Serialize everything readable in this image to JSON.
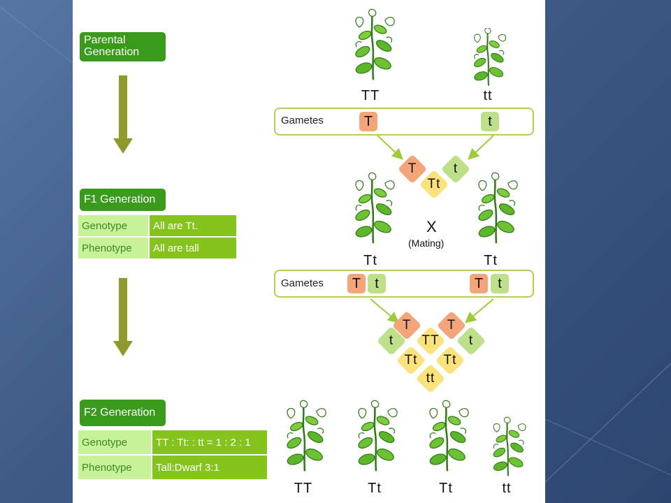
{
  "left_column": {
    "parental_label": [
      "Parental",
      "Generation"
    ],
    "f1_label": "F1 Generation",
    "f1_table": [
      {
        "key": "Genotype",
        "value": "All are Tt."
      },
      {
        "key": "Phenotype",
        "value": "All are tall"
      }
    ],
    "f2_label": "F2 Generation",
    "f2_table": [
      {
        "key": "Genotype",
        "value": "TT : Tt: : tt =  1 : 2 : 1"
      },
      {
        "key": "Phenotype",
        "value": "Tall:Dwarf 3:1"
      }
    ]
  },
  "parents": {
    "left_genotype": "TT",
    "right_genotype": "tt"
  },
  "gametes_row1": {
    "label": "Gametes",
    "left_allele": "T",
    "right_allele": "t"
  },
  "f1_cross": {
    "left_allele": "T",
    "right_allele": "t",
    "result": "Tt",
    "mating_symbol": "X",
    "mating_text": "(Mating)",
    "left_genotype": "Tt",
    "right_genotype": "Tt"
  },
  "gametes_row2": {
    "label": "Gametes",
    "left_pair": [
      "T",
      "t"
    ],
    "right_pair": [
      "T",
      "t"
    ]
  },
  "punnett": {
    "top_left": "T",
    "top_right": "T",
    "side_left": "t",
    "side_right": "t",
    "cells": [
      "TT",
      "Tt",
      "Tt",
      "tt"
    ]
  },
  "offspring": [
    "TT",
    "Tt",
    "Tt",
    "tt"
  ],
  "colors": {
    "label_green": "#3a9a1c",
    "dominant_allele": "#f4a67a",
    "recessive_allele": "#bfe08a",
    "offspring_cell": "#fbe27a",
    "arrow_olive": "#8f9a2e"
  }
}
